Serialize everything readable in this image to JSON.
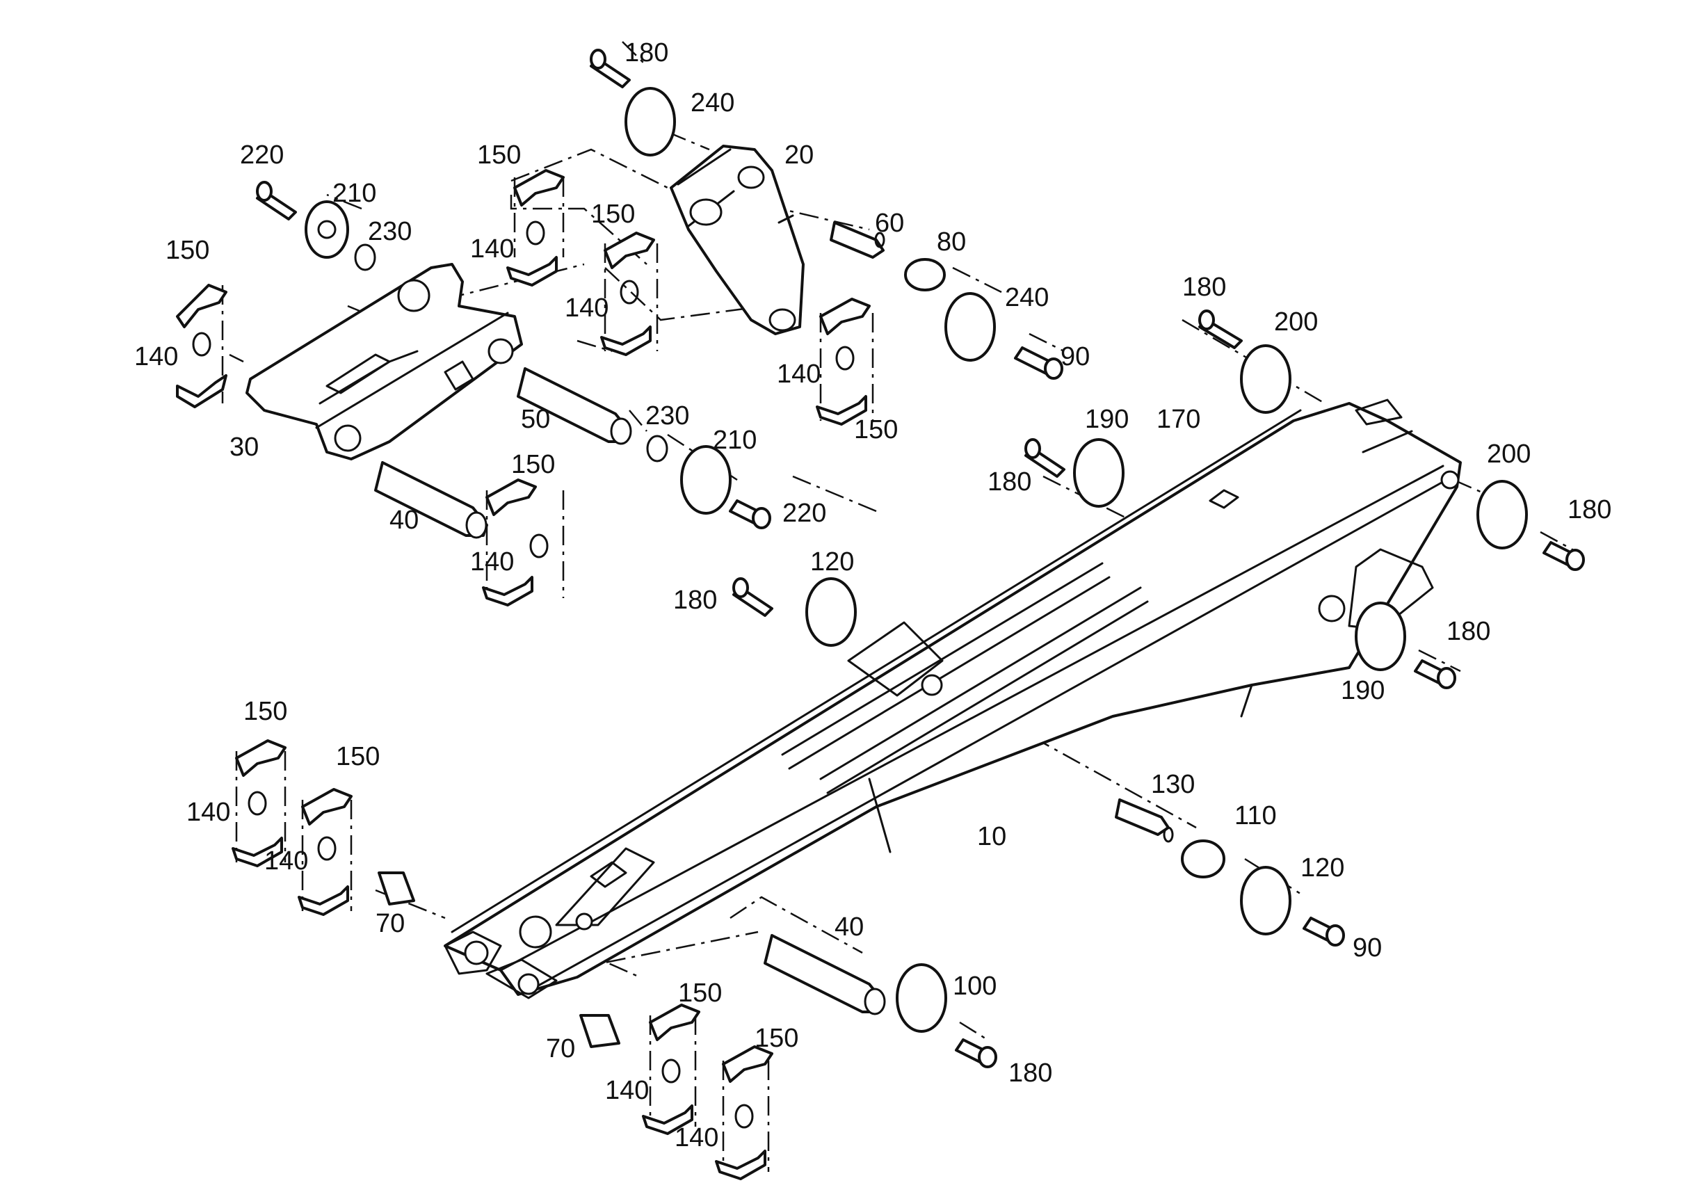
{
  "diagram": {
    "kind": "exploded parts view",
    "callouts": [
      {
        "id": "c-180-a",
        "label": "180"
      },
      {
        "id": "c-240-a",
        "label": "240"
      },
      {
        "id": "c-20",
        "label": "20"
      },
      {
        "id": "c-220-a",
        "label": "220"
      },
      {
        "id": "c-210-a",
        "label": "210"
      },
      {
        "id": "c-230-a",
        "label": "230"
      },
      {
        "id": "c-150-a",
        "label": "150"
      },
      {
        "id": "c-140-a",
        "label": "140"
      },
      {
        "id": "c-150-b",
        "label": "150"
      },
      {
        "id": "c-140-b",
        "label": "140"
      },
      {
        "id": "c-150-c",
        "label": "150"
      },
      {
        "id": "c-140-c",
        "label": "140"
      },
      {
        "id": "c-60",
        "label": "60"
      },
      {
        "id": "c-80",
        "label": "80"
      },
      {
        "id": "c-240-b",
        "label": "240"
      },
      {
        "id": "c-90-a",
        "label": "90"
      },
      {
        "id": "c-140-d",
        "label": "140"
      },
      {
        "id": "c-150-d",
        "label": "150"
      },
      {
        "id": "c-30",
        "label": "30"
      },
      {
        "id": "c-50",
        "label": "50"
      },
      {
        "id": "c-230-b",
        "label": "230"
      },
      {
        "id": "c-210-b",
        "label": "210"
      },
      {
        "id": "c-220-b",
        "label": "220"
      },
      {
        "id": "c-40-a",
        "label": "40"
      },
      {
        "id": "c-150-e",
        "label": "150"
      },
      {
        "id": "c-140-e",
        "label": "140"
      },
      {
        "id": "c-180-b",
        "label": "180"
      },
      {
        "id": "c-200-a",
        "label": "200"
      },
      {
        "id": "c-190-a",
        "label": "190"
      },
      {
        "id": "c-170",
        "label": "170"
      },
      {
        "id": "c-180-c",
        "label": "180"
      },
      {
        "id": "c-200-b",
        "label": "200"
      },
      {
        "id": "c-180-d",
        "label": "180"
      },
      {
        "id": "c-120-a",
        "label": "120"
      },
      {
        "id": "c-180-e",
        "label": "180"
      },
      {
        "id": "c-180-f",
        "label": "180"
      },
      {
        "id": "c-190-b",
        "label": "190"
      },
      {
        "id": "c-130",
        "label": "130"
      },
      {
        "id": "c-110",
        "label": "110"
      },
      {
        "id": "c-10",
        "label": "10"
      },
      {
        "id": "c-120-b",
        "label": "120"
      },
      {
        "id": "c-90-b",
        "label": "90"
      },
      {
        "id": "c-150-f",
        "label": "150"
      },
      {
        "id": "c-150-g",
        "label": "150"
      },
      {
        "id": "c-140-f",
        "label": "140"
      },
      {
        "id": "c-140-g",
        "label": "140"
      },
      {
        "id": "c-70-a",
        "label": "70"
      },
      {
        "id": "c-40-b",
        "label": "40"
      },
      {
        "id": "c-100",
        "label": "100"
      },
      {
        "id": "c-180-g",
        "label": "180"
      },
      {
        "id": "c-70-b",
        "label": "70"
      },
      {
        "id": "c-150-h",
        "label": "150"
      },
      {
        "id": "c-140-h",
        "label": "140"
      },
      {
        "id": "c-150-i",
        "label": "150"
      },
      {
        "id": "c-140-i",
        "label": "140"
      }
    ]
  },
  "colors": {
    "ink": "#111111",
    "paper": "#ffffff"
  }
}
